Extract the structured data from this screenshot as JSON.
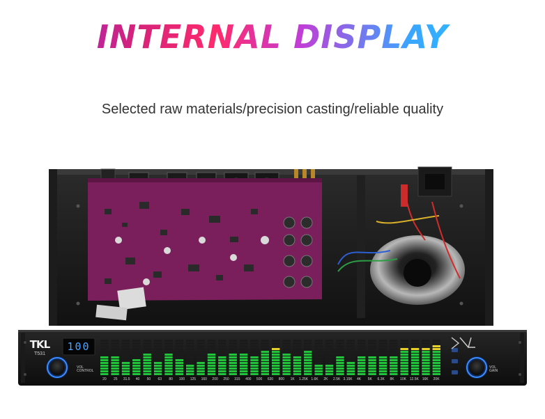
{
  "headline": "INTERNAL DISPLAY",
  "subheadline": "Selected raw materials/precision casting/reliable quality",
  "device": {
    "brand": "TKL",
    "model": "T531",
    "display_value": "100",
    "left_knob_label": [
      "VOL",
      "CONTROL"
    ],
    "right_knob_label": [
      "VOL",
      "GAIN"
    ],
    "band_labels": [
      "20",
      "25",
      "31.5",
      "40",
      "50",
      "63",
      "80",
      "100",
      "125",
      "160",
      "200",
      "250",
      "315",
      "400",
      "500",
      "630",
      "800",
      "1K",
      "1.25K",
      "1.6K",
      "2K",
      "2.5K",
      "3.15K",
      "4K",
      "5K",
      "6.3K",
      "8K",
      "10K",
      "12.5K",
      "16K",
      "20K"
    ],
    "band_levels": [
      0.55,
      0.5,
      0.35,
      0.45,
      0.6,
      0.42,
      0.62,
      0.45,
      0.3,
      0.38,
      0.65,
      0.5,
      0.58,
      0.6,
      0.55,
      0.7,
      0.8,
      0.65,
      0.55,
      0.7,
      0.28,
      0.3,
      0.55,
      0.42,
      0.52,
      0.5,
      0.55,
      0.55,
      0.75,
      0.8,
      0.78,
      0.85
    ]
  },
  "colors": {
    "chassis": "#151515",
    "pcb": "#7a1f5c",
    "led_blue": "#3f8cff",
    "vu_green": "#21c43a",
    "vu_yellow": "#e6d12a",
    "vu_red": "#e23a1f"
  }
}
